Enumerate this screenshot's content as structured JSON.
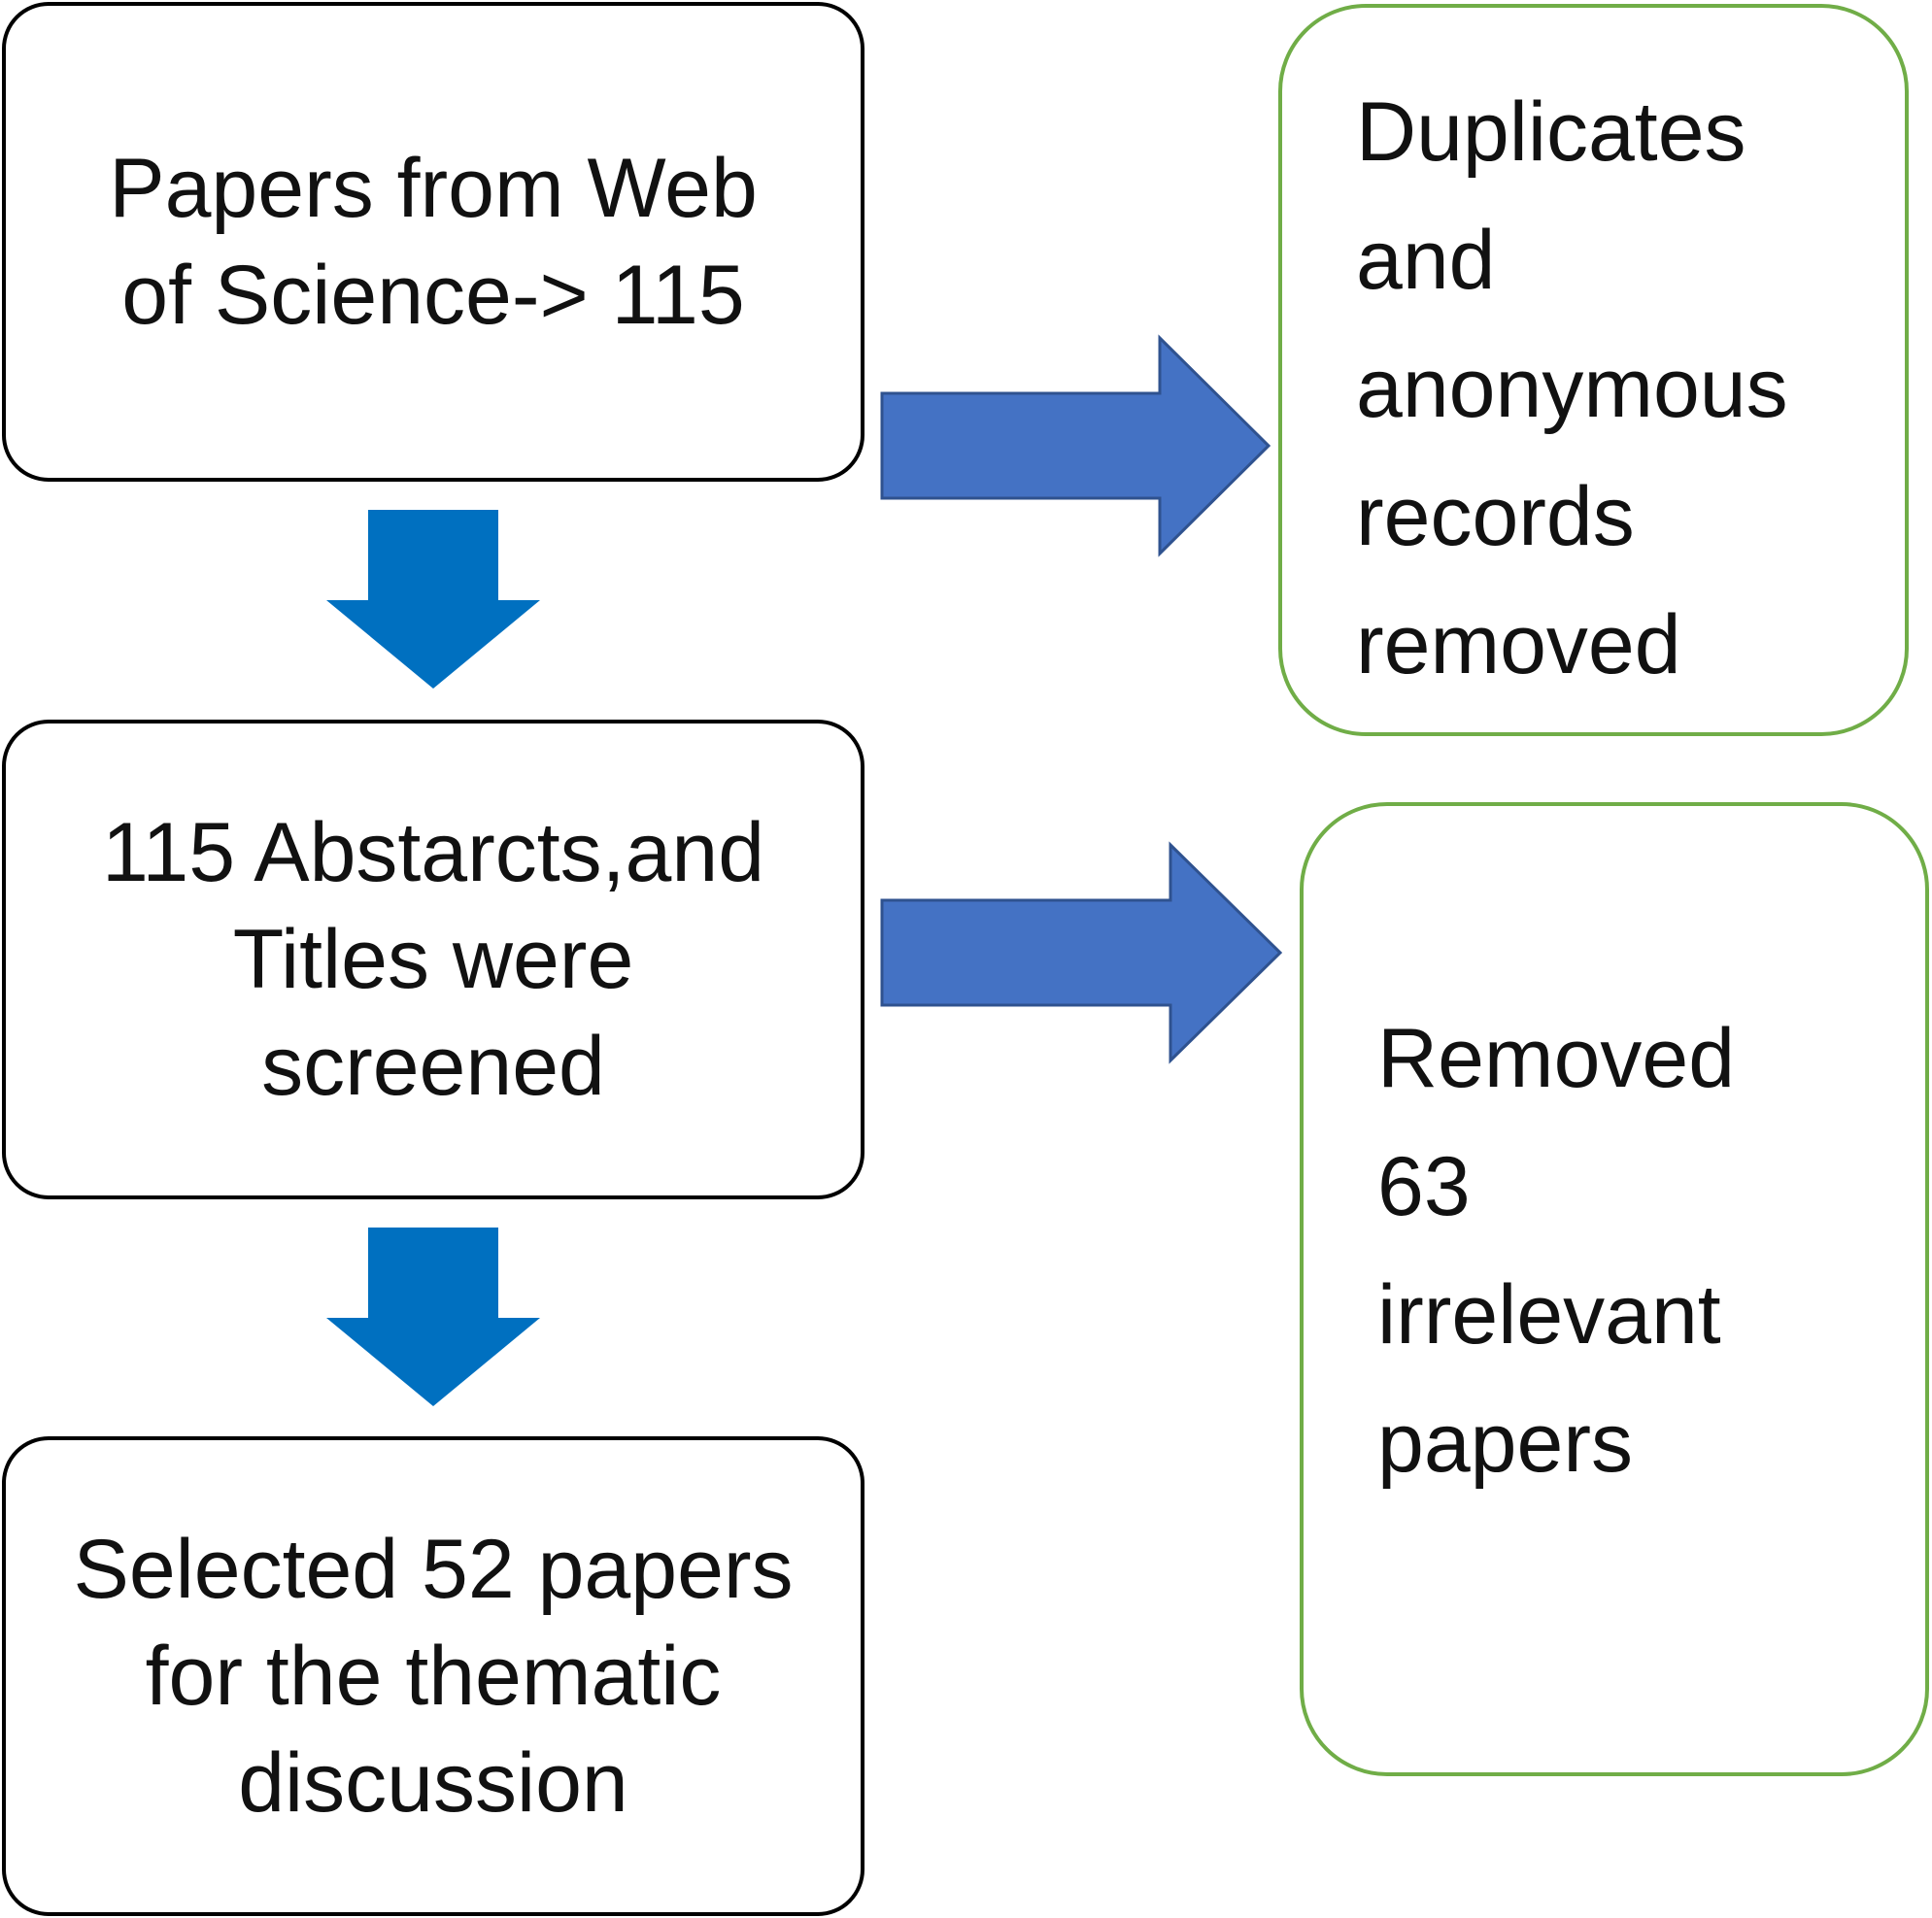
{
  "flow": {
    "source_text": "Papers from Web\nof Science-> 115",
    "screen_text": "115 Abstarcts,and\nTitles were\nscreened",
    "selected_text": "Selected 52 papers\nfor the thematic\ndiscussion"
  },
  "exclusions": {
    "duplicates_text": "Duplicates\nand\nanonymous\nrecords\nremoved",
    "irrelevant_text": "Removed\n63\nirrelevant\npapers"
  },
  "colors": {
    "down_arrow": "#0070c0",
    "right_arrow_fill": "#4472c4",
    "right_arrow_stroke": "#2f528f",
    "exclusion_border": "#70ad47",
    "flow_border": "#000000"
  }
}
